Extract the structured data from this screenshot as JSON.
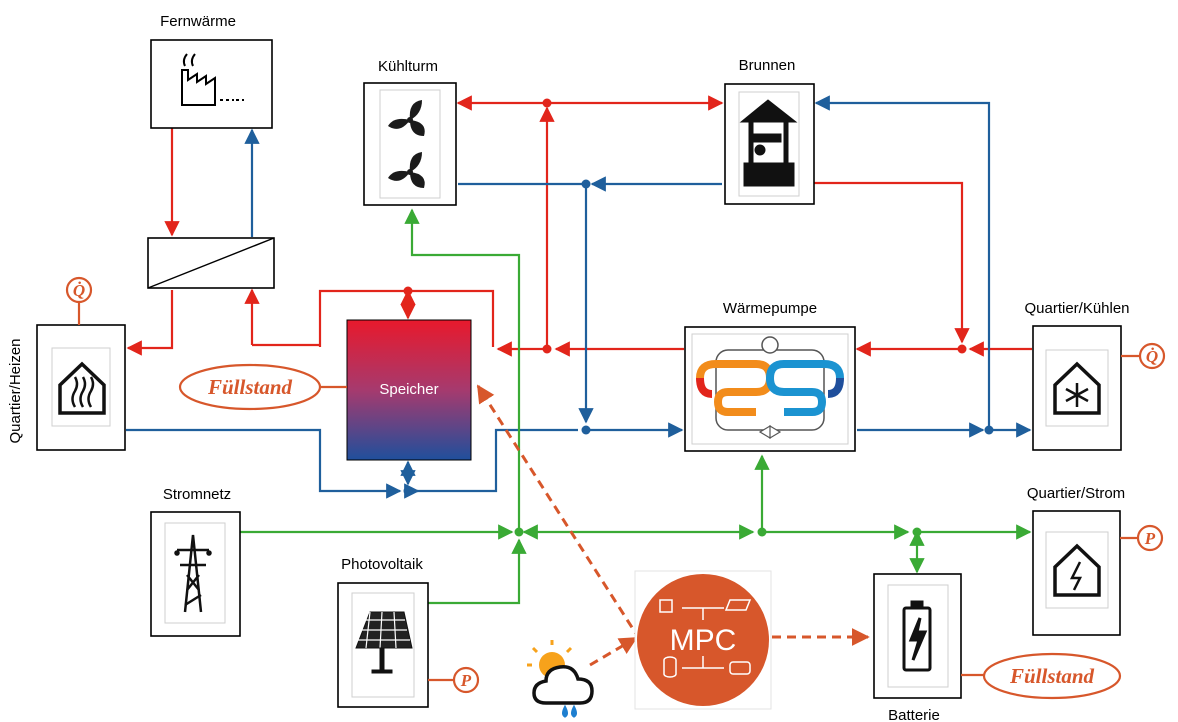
{
  "labels": {
    "fernwaerme": "Fernwärme",
    "kuehlturm": "Kühlturm",
    "brunnen": "Brunnen",
    "quartier_heizen": "Quartier/Heizen",
    "speicher": "Speicher",
    "waermepumpe": "Wärmepumpe",
    "quartier_kuehlen": "Quartier/Kühlen",
    "stromnetz": "Stromnetz",
    "quartier_strom": "Quartier/Strom",
    "photovoltaik": "Photovoltaik",
    "mpc": "MPC",
    "batterie": "Batterie"
  },
  "badges": {
    "q_heat": "Q̇",
    "q_cool": "Q̇",
    "p_pv": "P",
    "p_strom": "P",
    "fuellstand_speicher": "Füllstand",
    "fuellstand_batterie": "Füllstand"
  },
  "colors": {
    "heat_line": "#e2251b",
    "cold_line": "#1f5f9c",
    "power_line": "#3aaa35",
    "control": "#d7572b"
  }
}
